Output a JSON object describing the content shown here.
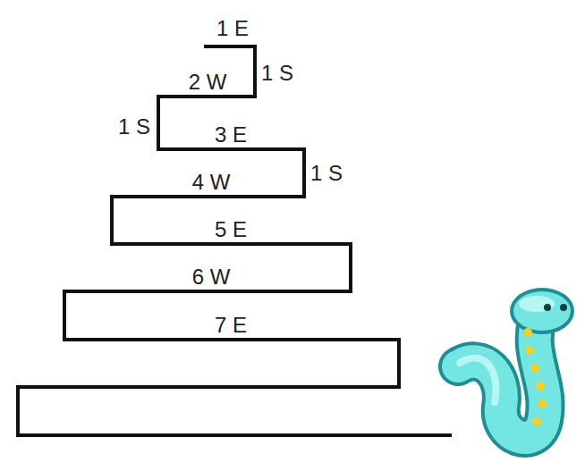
{
  "diagram": {
    "labels": [
      "1 E",
      "1 S",
      "2 W",
      "1 S",
      "3 E",
      "1 S",
      "4 W",
      "5 E",
      "6 W",
      "7 E"
    ]
  }
}
